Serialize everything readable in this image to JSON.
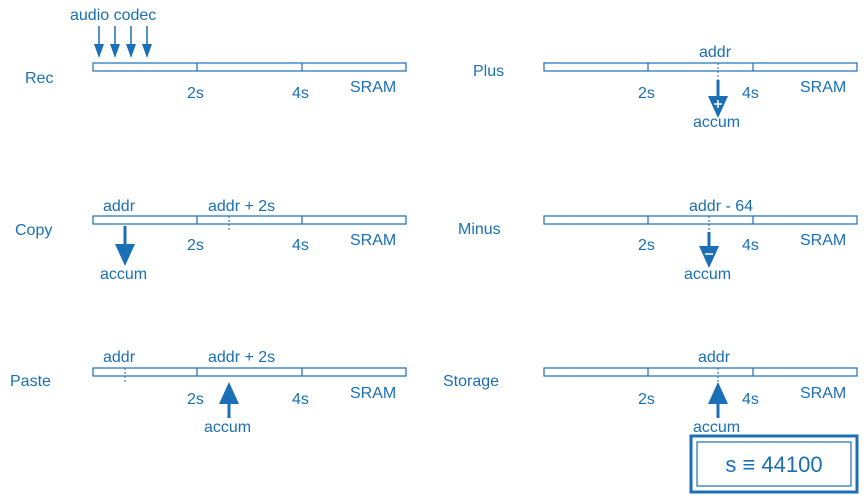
{
  "colors": {
    "primary": "#1a6fb5",
    "bar_stroke": "#1a6fb5",
    "background": "#ffffff"
  },
  "memory": {
    "tick_2s": "2s",
    "tick_4s": "4s",
    "sram_label": "SRAM"
  },
  "panels": {
    "rec": {
      "name": "Rec",
      "source": "audio codec"
    },
    "copy": {
      "name": "Copy",
      "addr": "addr",
      "addr_offset": "addr + 2s",
      "accum": "accum"
    },
    "paste": {
      "name": "Paste",
      "addr": "addr",
      "addr_offset": "addr + 2s",
      "accum": "accum"
    },
    "plus": {
      "name": "Plus",
      "addr": "addr",
      "accum": "accum"
    },
    "minus": {
      "name": "Minus",
      "addr": "addr - 64",
      "accum": "accum"
    },
    "storage": {
      "name": "Storage",
      "addr": "addr",
      "accum": "accum"
    }
  },
  "note": {
    "text": "s ≡ 44100"
  }
}
